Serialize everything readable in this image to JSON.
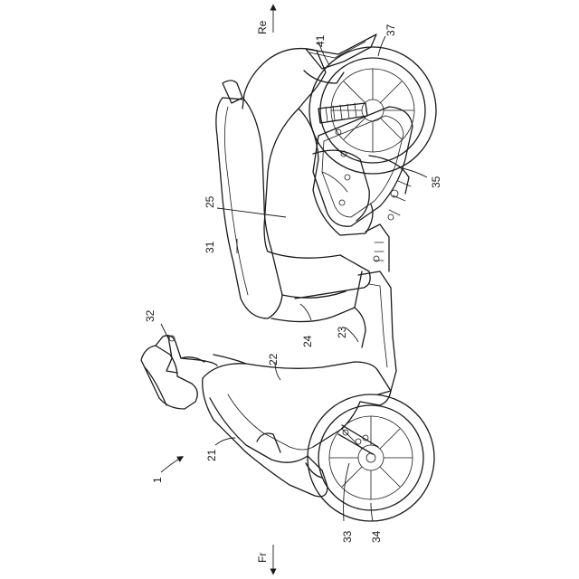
{
  "figure": {
    "labels": {
      "l1": "1",
      "l21": "21",
      "l22": "22",
      "l23": "23",
      "l24": "24",
      "l25": "25",
      "l31": "31",
      "l32": "32",
      "l33": "33",
      "l34": "34",
      "l35": "35",
      "l37": "37",
      "l41": "41"
    },
    "directions": {
      "rear": "Re",
      "front": "Fr"
    }
  }
}
